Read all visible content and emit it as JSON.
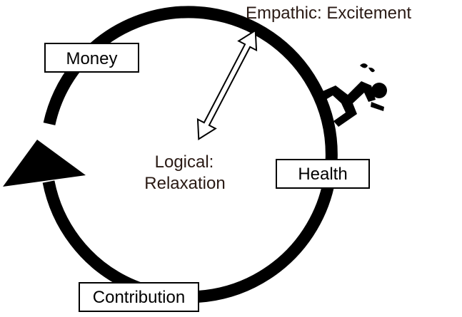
{
  "nodes": {
    "money": "Money",
    "health": "Health",
    "contribution": "Contribution"
  },
  "annotations": {
    "empathic": "Empathic: Excitement",
    "logical_line1": "Logical:",
    "logical_line2": "Relaxation"
  },
  "icons": {
    "cycle": "cycle-arrow-icon",
    "exchange": "double-arrow-icon",
    "falling_person": "falling-person-icon"
  },
  "colors": {
    "stroke": "#000000",
    "text": "#2a1a14",
    "background": "#ffffff"
  }
}
